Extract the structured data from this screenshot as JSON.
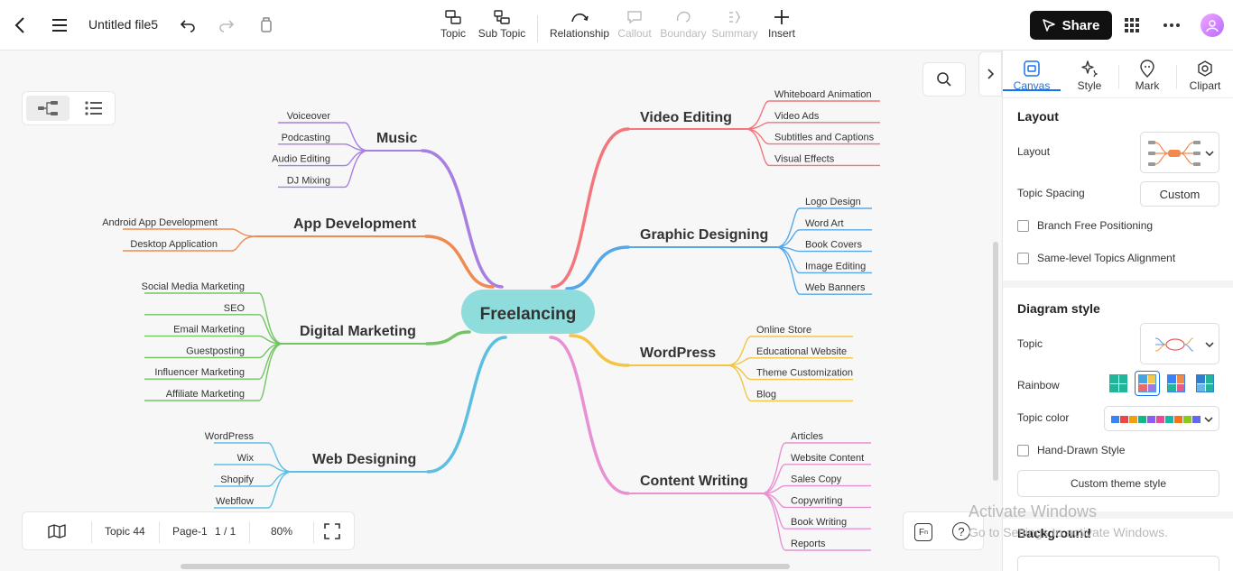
{
  "header": {
    "file_title": "Untitled file5",
    "tools": {
      "topic": "Topic",
      "subtopic": "Sub Topic",
      "relationship": "Relationship",
      "callout": "Callout",
      "boundary": "Boundary",
      "summary": "Summary",
      "insert": "Insert"
    },
    "share_label": "Share"
  },
  "mindmap": {
    "root": "Freelancing",
    "branches": {
      "music": {
        "title": "Music",
        "color": "#a77fe0",
        "items": [
          "Voiceover",
          "Podcasting",
          "Audio Editing",
          "DJ Mixing"
        ]
      },
      "app": {
        "title": "App Development",
        "color": "#f08a4e",
        "items": [
          "Android App Development",
          "Desktop Application"
        ]
      },
      "digital": {
        "title": "Digital Marketing",
        "color": "#72c562",
        "items": [
          "Social Media Marketing",
          "SEO",
          "Email Marketing",
          "Guestposting",
          "Influencer Marketing",
          "Affiliate Marketing"
        ]
      },
      "web": {
        "title": "Web Designing",
        "color": "#5cbfe2",
        "items": [
          "WordPress",
          "Wix",
          "Shopify",
          "Webflow"
        ]
      },
      "video": {
        "title": "Video Editing",
        "color": "#f2767b",
        "items": [
          "Whiteboard Animation",
          "Video Ads",
          "Subtitles and Captions",
          "Visual Effects"
        ]
      },
      "graphic": {
        "title": "Graphic Designing",
        "color": "#55a8e8",
        "items": [
          "Logo Design",
          "Word Art",
          "Book Covers",
          "Image Editing",
          "Web Banners"
        ]
      },
      "wordpress": {
        "title": "WordPress",
        "color": "#f4c543",
        "items": [
          "Online Store",
          "Educational Website",
          "Theme Customization",
          "Blog"
        ]
      },
      "content": {
        "title": "Content Writing",
        "color": "#e891d2",
        "items": [
          "Articles",
          "Website Content",
          "Sales Copy",
          "Copywriting",
          "Book Writing",
          "Reports"
        ]
      }
    }
  },
  "statusbar": {
    "topic_count": "Topic 44",
    "page_label": "Page-1",
    "page_count": "1 / 1",
    "zoom": "80%"
  },
  "panel": {
    "tabs": {
      "canvas": "Canvas",
      "style": "Style",
      "mark": "Mark",
      "clipart": "Clipart"
    },
    "layout_heading": "Layout",
    "layout_label": "Layout",
    "topic_spacing_label": "Topic Spacing",
    "topic_spacing_value": "Custom",
    "branch_free": "Branch Free Positioning",
    "same_level": "Same-level Topics Alignment",
    "diagram_style_heading": "Diagram style",
    "topic_label": "Topic",
    "rainbow_label": "Rainbow",
    "topic_color_label": "Topic color",
    "hand_drawn": "Hand-Drawn Style",
    "custom_theme": "Custom theme style",
    "background_heading": "Background",
    "topic_color_swatches": [
      "#3b82f6",
      "#ef4444",
      "#f59e0b",
      "#10b981",
      "#8b5cf6",
      "#ec4899",
      "#14b8a6",
      "#f97316",
      "#84cc16",
      "#6366f1"
    ]
  },
  "watermark": {
    "line1": "Activate Windows",
    "line2": "Go to Settings to activate Windows."
  }
}
